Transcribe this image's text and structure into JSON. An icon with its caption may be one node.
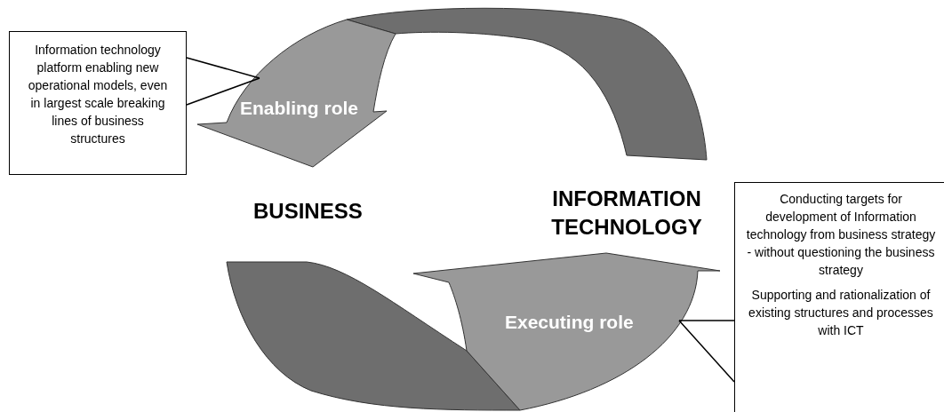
{
  "diagram": {
    "nodes": [
      {
        "text": [
          "Information technology platform enabling new operational models, even in largest scale breaking lines of business structures"
        ]
      },
      {
        "text": [
          "Enabling role"
        ]
      },
      {
        "text": [
          "Conducting targets for development of Information technology from business strategy - without questioning the business strategy",
          "Supporting and rationalization of existing structures and processes with ICT"
        ]
      },
      {
        "text": [
          "Executing role"
        ]
      }
    ],
    "edges": [
      {
        "from": 0,
        "to": 1,
        "arrow": "none"
      },
      {
        "from": 2,
        "to": 3,
        "arrow": "none"
      }
    ],
    "labels": [
      "BUSINESS",
      "INFORMATION TECHNOLOGY"
    ]
  }
}
